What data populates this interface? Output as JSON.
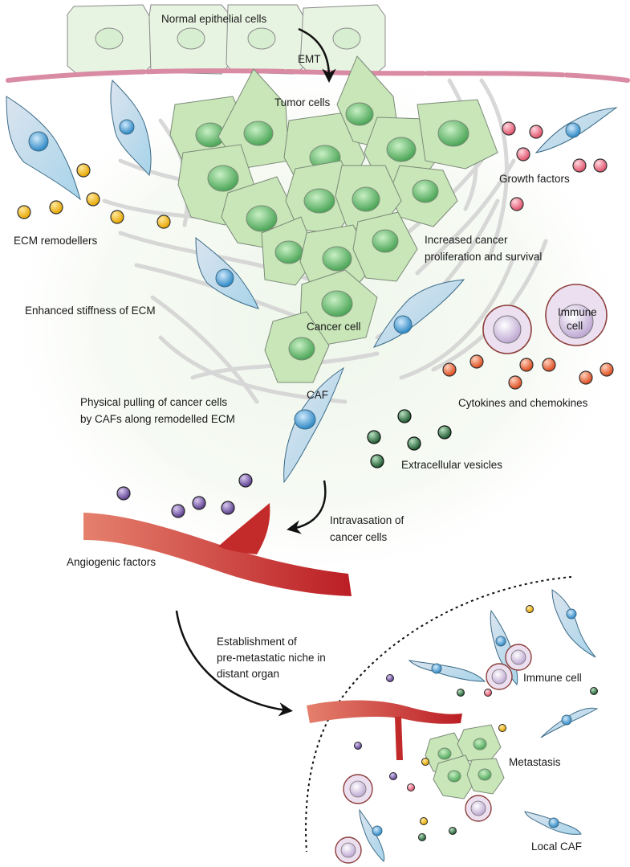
{
  "labels": {
    "normal_epithelial": "Normal epithelial cells",
    "emt": "EMT",
    "tumor_cells": "Tumor cells",
    "growth_factors": "Growth factors",
    "ecm_remodellers": "ECM remodellers",
    "increased_line1": "Increased cancer",
    "increased_line2": "proliferation and survival",
    "enhanced_stiffness": "Enhanced stiffness of ECM",
    "cancer_cell": "Cancer cell",
    "immune_line1": "Immune",
    "immune_line2": "cell",
    "caf": "CAF",
    "physical_line1": "Physical pulling of cancer cells",
    "physical_line2": "by CAFs along remodelled ECM",
    "cytokines": "Cytokines and chemokines",
    "vesicles": "Extracellular vesicles",
    "intravasation_line1": "Intravasation of",
    "intravasation_line2": "cancer cells",
    "angiogenic": "Angiogenic factors",
    "niche_line1": "Establishment of",
    "niche_line2": "pre-metastatic niche in",
    "niche_line3": "distant organ",
    "immune_cell": "Immune cell",
    "metastasis": "Metastasis",
    "local_caf": "Local CAF"
  },
  "colors": {
    "epithelial_fill": "#e6f3df",
    "tumor_fill": "#c9e8b9",
    "tumor_nucleus": "#4fae5c",
    "caf_fill": "#b7d9ea",
    "caf_nucleus": "#2d8fcc",
    "basement_membrane": "#d98ba4",
    "ecm_remodeller": "#f2b705",
    "growth_factor": "#e8637a",
    "cytokine": "#e2582c",
    "vesicle": "#2f6b3f",
    "angiogenic_factor": "#6a4c9c",
    "immune_fill": "#ece0f0",
    "immune_border": "#8b3d3a",
    "vessel": "#c22a2a"
  },
  "icons": [
    "cell-icon",
    "nucleus-icon",
    "arrow-icon",
    "blood-vessel-icon"
  ]
}
